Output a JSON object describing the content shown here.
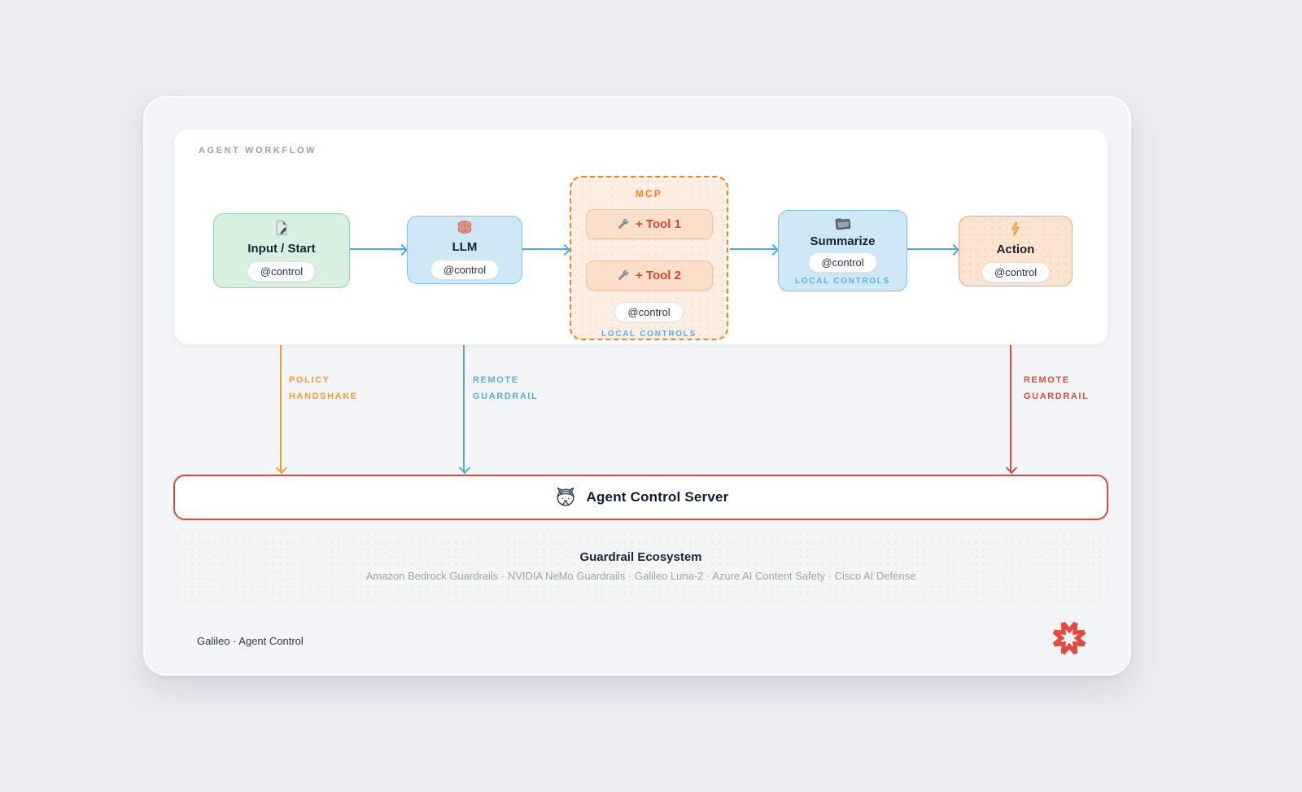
{
  "header": {
    "workflow_label": "AGENT WORKFLOW"
  },
  "nodes": {
    "input": {
      "label": "Input / Start",
      "badge": "@control",
      "icon": "document-icon"
    },
    "llm": {
      "label": "LLM",
      "badge": "@control",
      "icon": "brain-icon"
    },
    "mcp": {
      "label": "MCP",
      "tool1": "+ Tool 1",
      "tool2": "+ Tool 2",
      "badge": "@control",
      "controls_label": "LOCAL CONTROLS",
      "tool_icon": "wrench-icon"
    },
    "summarize": {
      "label": "Summarize",
      "badge": "@control",
      "controls_label": "LOCAL CONTROLS",
      "icon": "folder-icon"
    },
    "action": {
      "label": "Action",
      "badge": "@control",
      "icon": "zap-icon"
    }
  },
  "edges": {
    "policy_handshake": {
      "line1": "POLICY",
      "line2": "HANDSHAKE"
    },
    "remote_guardrail_llm": {
      "line1": "REMOTE",
      "line2": "GUARDRAIL"
    },
    "remote_guardrail_action": {
      "line1": "REMOTE",
      "line2": "GUARDRAIL"
    }
  },
  "server": {
    "title": "Agent Control Server",
    "icon": "guard-cat-icon"
  },
  "ecosystem": {
    "title": "Guardrail Ecosystem",
    "providers": "Amazon Bedrock Guardrails · NVIDIA NeMo Guardrails · Galileo Luna-2 · Azure AI Content Safety · Cisco AI Defense"
  },
  "footer": {
    "brand": "Galileo · Agent Control"
  },
  "colors": {
    "flow_blue": "#4aa9e9",
    "mcp_orange": "#f2801e",
    "handshake_amber": "#f59b2d",
    "guardrail_red": "#e2483d",
    "node_green_bg": "#d8f0e0",
    "node_blue_bg": "#cfe8f8",
    "node_peach_bg": "#fce4d1",
    "logo_red": "#e4493f"
  }
}
